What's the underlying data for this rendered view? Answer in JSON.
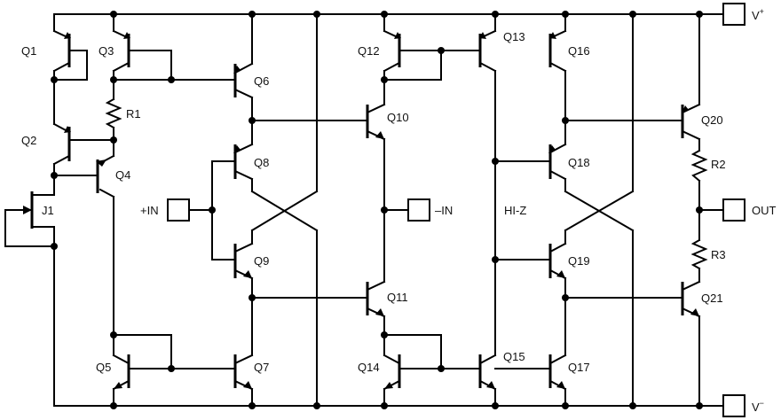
{
  "supply": {
    "positive": "V",
    "positive_sup": "+",
    "negative": "V",
    "negative_sup": "−"
  },
  "pins": {
    "pos_in": "+IN",
    "neg_in": "–IN",
    "out": "OUT"
  },
  "note": "HI-Z",
  "transistors": {
    "Q1": "Q1",
    "Q2": "Q2",
    "Q3": "Q3",
    "Q4": "Q4",
    "Q5": "Q5",
    "Q6": "Q6",
    "Q7": "Q7",
    "Q8": "Q8",
    "Q9": "Q9",
    "Q10": "Q10",
    "Q11": "Q11",
    "Q12": "Q12",
    "Q13": "Q13",
    "Q14": "Q14",
    "Q15": "Q15",
    "Q16": "Q16",
    "Q17": "Q17",
    "Q18": "Q18",
    "Q19": "Q19",
    "Q20": "Q20",
    "Q21": "Q21",
    "J1": "J1"
  },
  "resistors": {
    "R1": "R1",
    "R2": "R2",
    "R3": "R3"
  }
}
